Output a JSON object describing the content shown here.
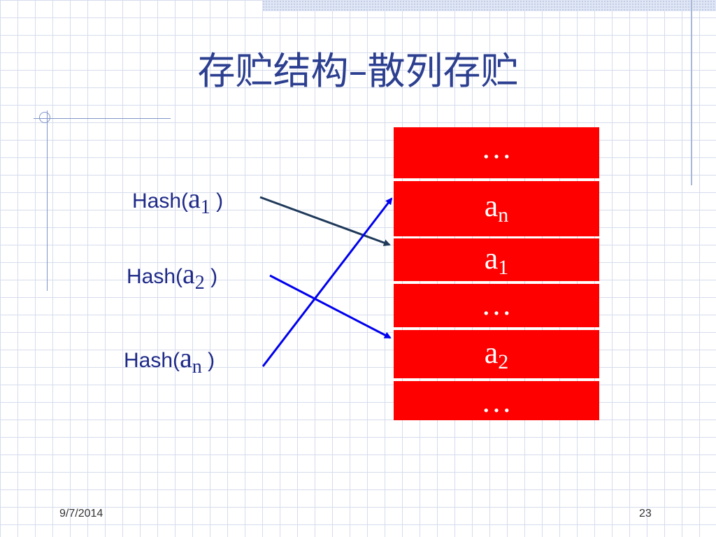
{
  "slide": {
    "title": "存贮结构–散列存贮",
    "date": "9/7/2014",
    "page_number": "23"
  },
  "hash_inputs": [
    {
      "prefix": "Hash(",
      "var": "a",
      "sub": "1",
      "suffix": " )"
    },
    {
      "prefix": "Hash(",
      "var": "a",
      "sub": "2",
      "suffix": " )"
    },
    {
      "prefix": "Hash(",
      "var": "a",
      "sub": "n",
      "suffix": " )"
    }
  ],
  "storage_cells": [
    {
      "text": "…",
      "sub": ""
    },
    {
      "text": "a",
      "sub": "n"
    },
    {
      "text": "a",
      "sub": "1"
    },
    {
      "text": "…",
      "sub": ""
    },
    {
      "text": "a",
      "sub": "2"
    },
    {
      "text": "…",
      "sub": ""
    }
  ],
  "arrows": [
    {
      "from": "a1",
      "to": "a1",
      "color": "#1f3a5a"
    },
    {
      "from": "a2",
      "to": "a2",
      "color": "#0000ee"
    },
    {
      "from": "an",
      "to": "an",
      "color": "#0000ee"
    }
  ]
}
